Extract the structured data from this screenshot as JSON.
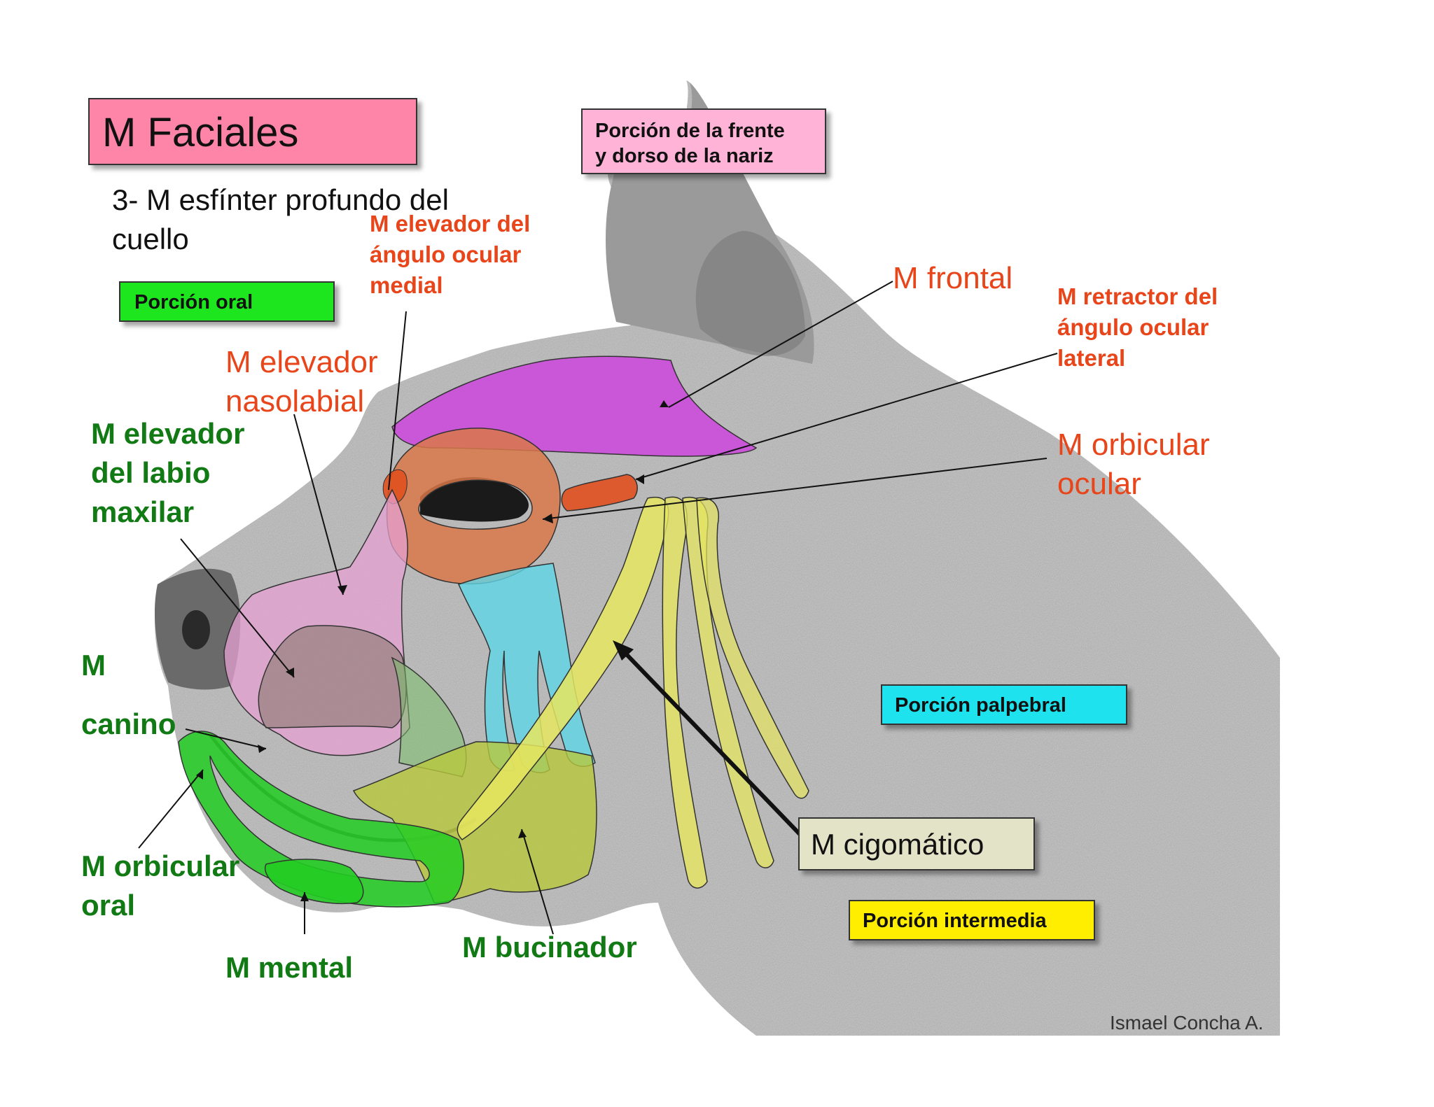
{
  "title": "M Faciales",
  "subtitle": "3- M esfínter profundo del\ncuello",
  "boxes": {
    "forehead": "Porción de la frente\ny dorso de la nariz",
    "oral": "Porción oral",
    "palpebral": "Porción palpebral",
    "intermediate": "Porción intermedia",
    "zygomatic": "M cigomático"
  },
  "labels": {
    "elevador_angulo_medial": "M elevador del\nángulo ocular\nmedial",
    "frontal": "M frontal",
    "retractor_angulo_lateral": "M retractor del\nángulo ocular\nlateral",
    "elevador_nasolabial": "M elevador\nnasolabial",
    "orbicular_ocular": "M orbicular\nocular",
    "elevador_labio_maxilar": "M elevador\ndel labio\nmaxilar",
    "canino": "M\n\ncanino",
    "orbicular_oral": "M orbicular\noral",
    "mental": "M mental",
    "bucinador": "M bucinador"
  },
  "credit": "Ismael Concha A.",
  "colors": {
    "title_box": "#ff85a8",
    "forehead_box": "#ffb3d6",
    "oral_box": "#1ee61e",
    "palpebral_box": "#1ee3ee",
    "intermediate_box": "#ffee00",
    "zygomatic_box": "#e3e3c8",
    "frontal_muscle": "#cc44dd",
    "orbicular_ocular_muscle": "#d9784a",
    "retractor_muscle": "#e0501e",
    "nasolabial_muscle": "#e6a0d2",
    "palpebral_muscle": "#5fd6e6",
    "zygomatic_muscle": "#e6e660",
    "bucinador_muscle": "#b8c83c",
    "oral_muscle": "#22cc22"
  }
}
